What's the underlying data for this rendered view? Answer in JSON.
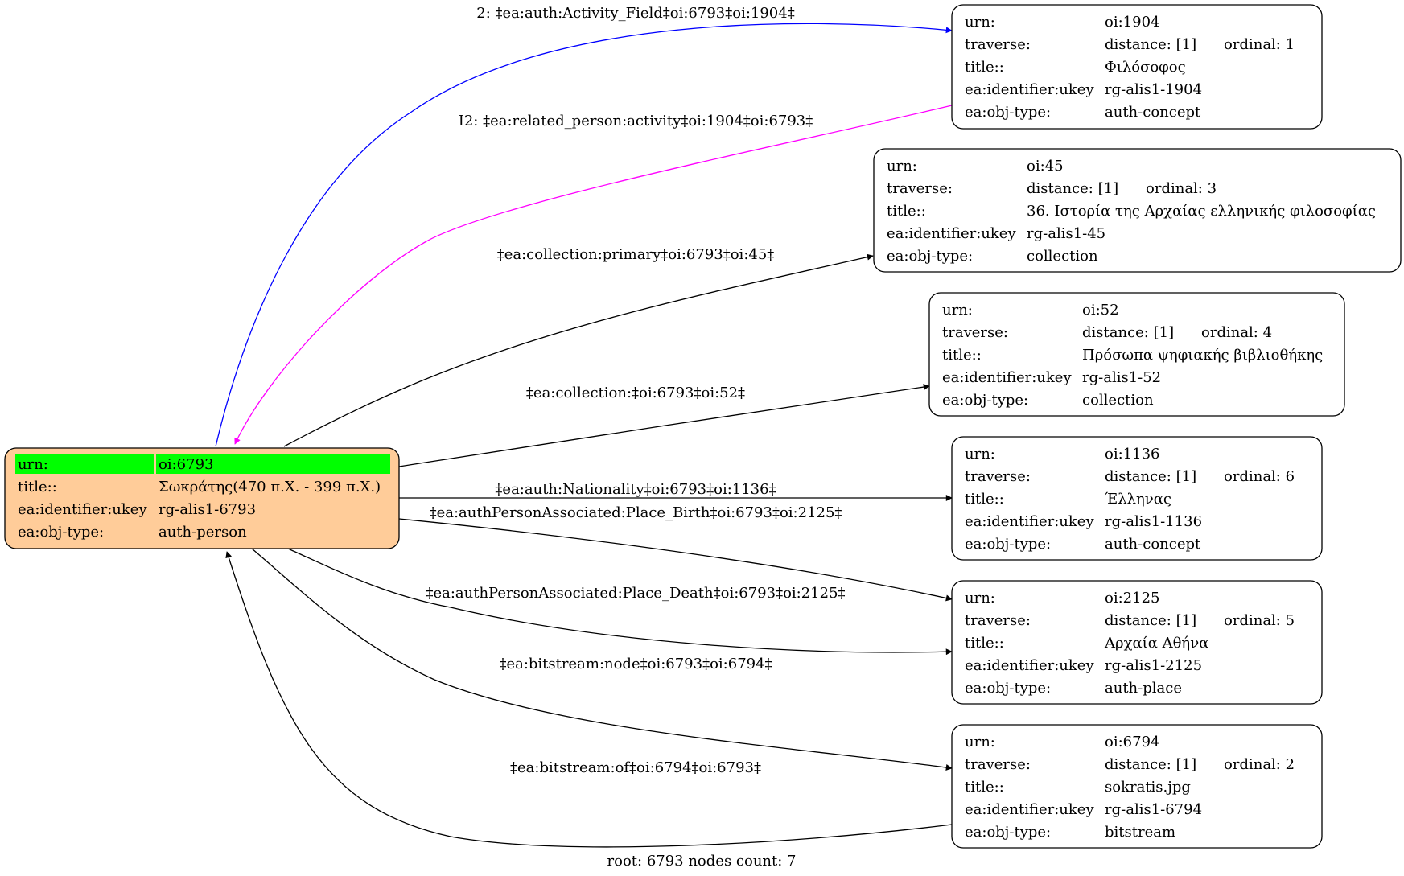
{
  "root_node": {
    "rows": [
      {
        "key": "urn:",
        "value": "oi:6793"
      },
      {
        "key": "title::",
        "value": "Σωκράτης(470 π.Χ. - 399 π.Χ.)"
      },
      {
        "key": "ea:identifier:ukey",
        "value": "rg-alis1-6793"
      },
      {
        "key": "ea:obj-type:",
        "value": "auth-person"
      }
    ],
    "fill_color": "#ffcc99",
    "highlight_color": "#00ff00"
  },
  "nodes": [
    {
      "id": "n1904",
      "urn": "oi:1904",
      "distance": "distance: [1]",
      "ordinal": "ordinal: 1",
      "title": "Φιλόσοφος",
      "ukey": "rg-alis1-1904",
      "obj_type": "auth-concept"
    },
    {
      "id": "n45",
      "urn": "oi:45",
      "distance": "distance: [1]",
      "ordinal": "ordinal: 3",
      "title": "36. Ιστορία της Αρχαίας ελληνικής φιλοσοφίας",
      "ukey": "rg-alis1-45",
      "obj_type": "collection"
    },
    {
      "id": "n52",
      "urn": "oi:52",
      "distance": "distance: [1]",
      "ordinal": "ordinal: 4",
      "title": "Πρόσωπα ψηφιακής βιβλιοθήκης",
      "ukey": "rg-alis1-52",
      "obj_type": "collection"
    },
    {
      "id": "n1136",
      "urn": "oi:1136",
      "distance": "distance: [1]",
      "ordinal": "ordinal: 6",
      "title": "Έλληνας",
      "ukey": "rg-alis1-1136",
      "obj_type": "auth-concept"
    },
    {
      "id": "n2125",
      "urn": "oi:2125",
      "distance": "distance: [1]",
      "ordinal": "ordinal: 5",
      "title": "Αρχαία Αθήνα",
      "ukey": "rg-alis1-2125",
      "obj_type": "auth-place"
    },
    {
      "id": "n6794",
      "urn": "oi:6794",
      "distance": "distance: [1]",
      "ordinal": "ordinal: 2",
      "title": "sokratis.jpg",
      "ukey": "rg-alis1-6794",
      "obj_type": "bitstream"
    }
  ],
  "node_keys": {
    "urn": "urn:",
    "traverse": "traverse:",
    "title": "title::",
    "ukey": "ea:identifier:ukey",
    "obj_type": "ea:obj-type:"
  },
  "edges": [
    {
      "label": "2: ‡ea:auth:Activity_Field‡oi:6793‡oi:1904‡",
      "color": "#0000ff"
    },
    {
      "label": "I2: ‡ea:related_person:activity‡oi:1904‡oi:6793‡",
      "color": "#ff00ff"
    },
    {
      "label": "‡ea:collection:primary‡oi:6793‡oi:45‡",
      "color": "#000000"
    },
    {
      "label": "‡ea:collection:‡oi:6793‡oi:52‡",
      "color": "#000000"
    },
    {
      "label": "‡ea:auth:Nationality‡oi:6793‡oi:1136‡",
      "color": "#000000"
    },
    {
      "label": "‡ea:authPersonAssociated:Place_Birth‡oi:6793‡oi:2125‡",
      "color": "#000000"
    },
    {
      "label": "‡ea:authPersonAssociated:Place_Death‡oi:6793‡oi:2125‡",
      "color": "#000000"
    },
    {
      "label": "‡ea:bitstream:node‡oi:6793‡oi:6794‡",
      "color": "#000000"
    },
    {
      "label": "‡ea:bitstream:of‡oi:6794‡oi:6793‡",
      "color": "#000000"
    }
  ],
  "footer": "root: 6793 nodes count: 7"
}
